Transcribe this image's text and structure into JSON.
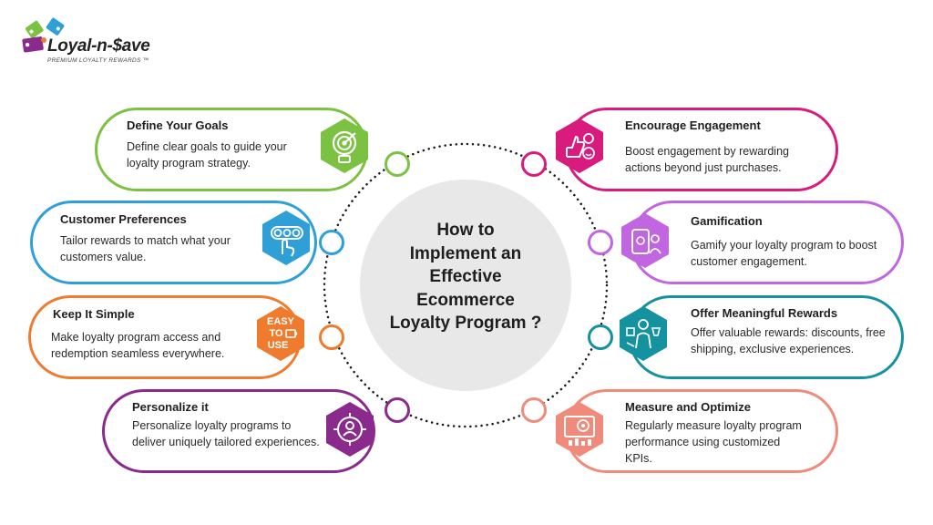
{
  "logo": {
    "name": "Loyal-n-$ave",
    "tagline": "PREMIUM LOYALTY REWARDS ™"
  },
  "center": {
    "title_lines": [
      "How to",
      "Implement an",
      "Effective",
      "Ecommerce",
      "Loyalty Program ?"
    ]
  },
  "colors": {
    "green": "#7cc242",
    "blue": "#2f9fd8",
    "orange": "#ee7b2e",
    "purple": "#8b2a8d",
    "magenta": "#d81b7c",
    "violet": "#c265e0",
    "teal": "#14929f",
    "salmon": "#f08a7a"
  },
  "left_steps": [
    {
      "title": "Define Your Goals",
      "desc": "Define clear goals to guide your loyalty program strategy.",
      "icon": "target-icon",
      "color": "green"
    },
    {
      "title": "Customer Preferences",
      "desc": "Tailor rewards to match what your customers value.",
      "icon": "preferences-icon",
      "color": "blue"
    },
    {
      "title": "Keep It Simple",
      "desc": "Make loyalty program access and redemption seamless everywhere.",
      "icon": "easy-to-use-icon",
      "color": "orange",
      "icon_text": [
        "EASY",
        "TO",
        "USE"
      ]
    },
    {
      "title": "Personalize it",
      "desc": "Personalize loyalty programs to deliver uniquely tailored experiences.",
      "icon": "personalize-user-icon",
      "color": "purple"
    }
  ],
  "right_steps": [
    {
      "title": "Encourage Engagement",
      "desc": "Boost engagement by rewarding actions beyond just purchases.",
      "icon": "engagement-icon",
      "color": "magenta"
    },
    {
      "title": "Gamification",
      "desc": "Gamify your loyalty program to boost customer engagement.",
      "icon": "gamification-icon",
      "color": "violet"
    },
    {
      "title": "Offer Meaningful Rewards",
      "desc": "Offer valuable rewards: discounts, free shipping, exclusive experiences.",
      "icon": "rewards-icon",
      "color": "teal"
    },
    {
      "title": "Measure and Optimize",
      "desc": "Regularly measure loyalty program performance using customized KPIs.",
      "icon": "analytics-icon",
      "color": "salmon"
    }
  ]
}
